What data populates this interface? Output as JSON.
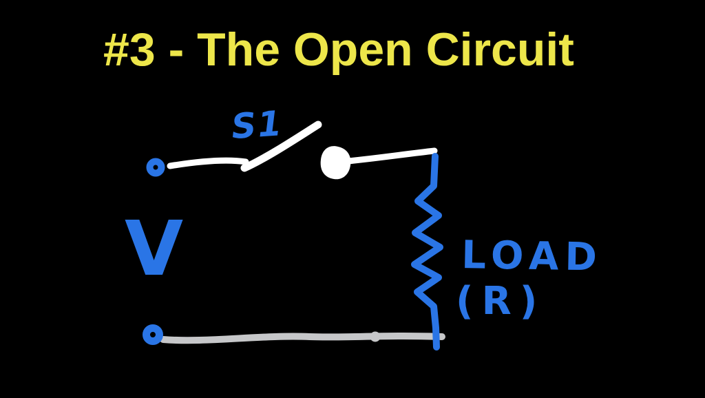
{
  "title": {
    "text": "#3 - The Open Circuit"
  },
  "colors": {
    "background": "#000000",
    "title_yellow": "#ede64a",
    "ink_blue": "#2a75e6",
    "ink_white": "#ffffff",
    "ink_gray": "#c6c7c9"
  },
  "circuit": {
    "switch_label": "S1",
    "source_label": "V",
    "load_label": "LOAD",
    "load_sublabel": "(R)"
  }
}
